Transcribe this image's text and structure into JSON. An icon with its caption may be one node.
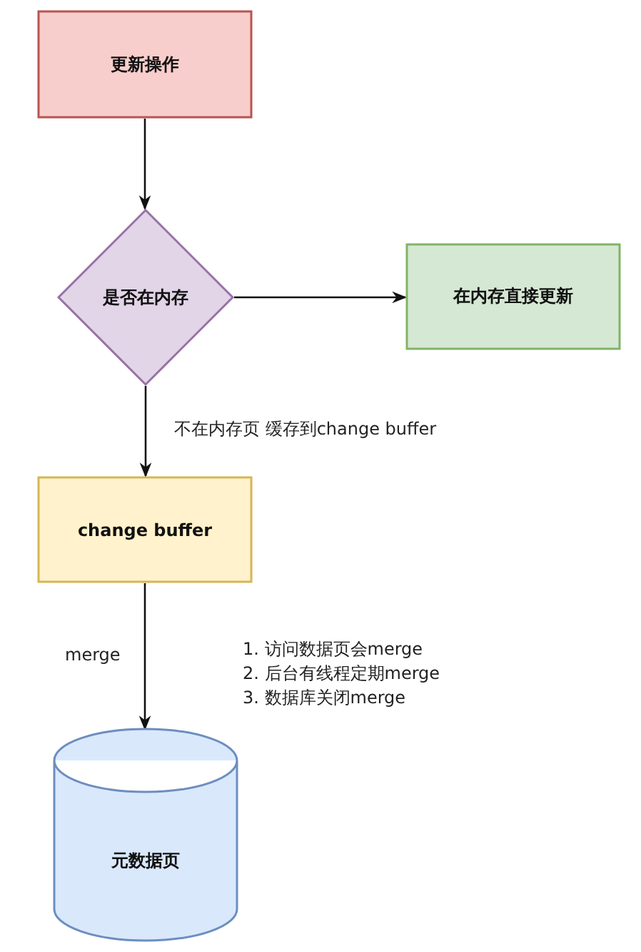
{
  "diagram": {
    "nodes": [
      {
        "text": [
          "更新操作"
        ]
      },
      {
        "text": [
          "是否在内存"
        ]
      },
      {
        "text": [
          "在内存直接更新"
        ]
      },
      {
        "text": [
          "change buffer"
        ]
      },
      {
        "text": [
          "元数据页"
        ]
      }
    ],
    "edges": [
      {
        "from": 0,
        "to": 1,
        "arrow": "to"
      },
      {
        "from": 1,
        "to": 2,
        "arrow": "to"
      },
      {
        "from": 1,
        "to": 3,
        "arrow": "to",
        "label": "不在内存页 缓存到change buffer"
      },
      {
        "from": 3,
        "to": 4,
        "arrow": "to",
        "label": "merge"
      }
    ],
    "labels": [
      "1. 访问数据页会merge",
      "2. 后台有线程定期merge",
      "3. 数据库关闭merge"
    ]
  }
}
